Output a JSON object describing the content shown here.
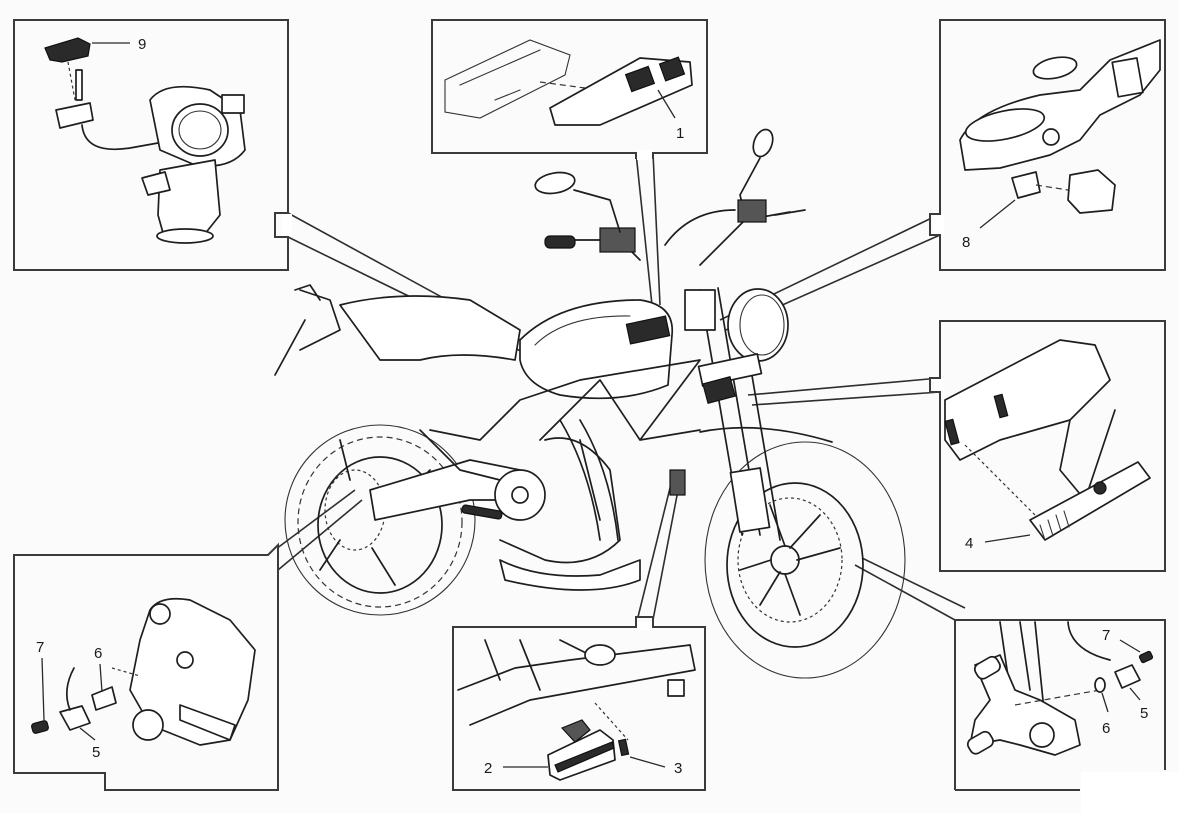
{
  "diagram": {
    "title": "",
    "subject": "Motorcycle electrical components parts diagram (exploded view)",
    "callouts": {
      "panel_throttle_body": {
        "labels": [
          "9"
        ]
      },
      "panel_ecu": {
        "labels": [
          "1"
        ]
      },
      "panel_steering_head": {
        "labels": [
          "8"
        ]
      },
      "panel_frame_module": {
        "labels": [
          "4"
        ]
      },
      "panel_rear_caliper": {
        "labels": [
          "7",
          "6",
          "5"
        ]
      },
      "panel_horn": {
        "labels": [
          "2",
          "3"
        ]
      },
      "panel_front_caliper": {
        "labels": [
          "7",
          "5",
          "6"
        ]
      }
    },
    "colors": {
      "line": "#1e1e1e",
      "frame": "#3a3a3a",
      "background": "#fbfbfb",
      "shaded_part": "#2a2a2a"
    }
  }
}
